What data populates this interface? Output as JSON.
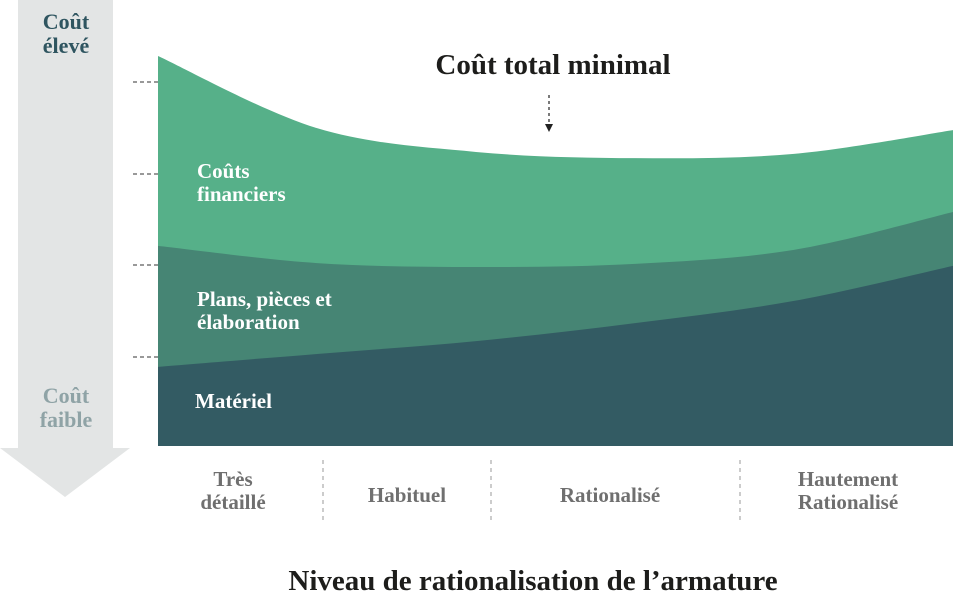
{
  "chart_data": {
    "type": "area",
    "stacked": true,
    "title": "Coût total minimal",
    "xlabel": "Niveau de rationalisation de l’armature",
    "ylabel_top": [
      "Coût",
      "élevé"
    ],
    "ylabel_bottom": [
      "Coût",
      "faible"
    ],
    "x": [
      0,
      20,
      40,
      60,
      80,
      100
    ],
    "ylim": [
      0,
      100
    ],
    "categories": [
      {
        "lines": [
          "Très",
          "détaillé"
        ]
      },
      {
        "lines": [
          "Habituel"
        ]
      },
      {
        "lines": [
          "Rationalisé"
        ]
      },
      {
        "lines": [
          "Hautement",
          "Rationalisé"
        ]
      }
    ],
    "series": [
      {
        "name": "Matériel",
        "lines": [
          "Matériel"
        ],
        "color": "#335b63",
        "values": [
          20.3,
          23.6,
          26.9,
          31.5,
          37.2,
          46.2
        ]
      },
      {
        "name": "Plans, pièces et élaboration",
        "lines": [
          "Plans, pièces et",
          "élaboration"
        ],
        "color": "#468574",
        "values": [
          31.0,
          23.3,
          19.0,
          15.2,
          13.1,
          13.8
        ]
      },
      {
        "name": "Coûts financiers",
        "lines": [
          "Coûts",
          "financiers"
        ],
        "color": "#56b089",
        "values": [
          48.7,
          34.6,
          29.5,
          27.1,
          24.6,
          21.0
        ]
      }
    ],
    "annotation": {
      "text": "Coût total minimal",
      "x": 49
    }
  }
}
